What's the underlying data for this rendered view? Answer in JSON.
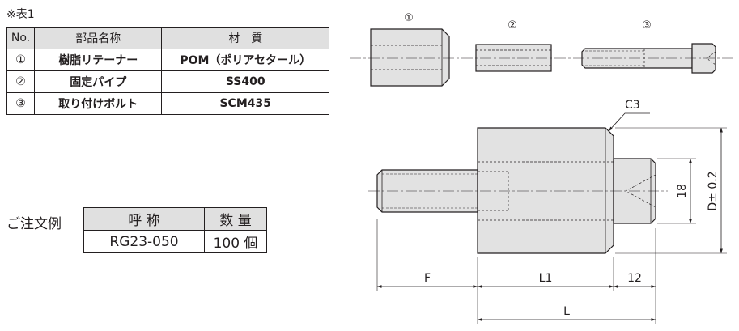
{
  "note_title": "※表1",
  "parts_table": {
    "headers": [
      "No.",
      "部品名称",
      "材　質"
    ],
    "rows": [
      {
        "no": "①",
        "name": "樹脂リテーナー",
        "material": "POM（ポリアセタール）"
      },
      {
        "no": "②",
        "name": "固定パイプ",
        "material": "SS400"
      },
      {
        "no": "③",
        "name": "取り付けボルト",
        "material": "SCM435"
      }
    ]
  },
  "order_example": {
    "label": "ご注文例",
    "headers": [
      "呼 称",
      "数 量"
    ],
    "row": {
      "designation": "RG23‑050",
      "quantity": "100 個"
    }
  },
  "drawing": {
    "part_labels": [
      "①",
      "②",
      "③"
    ],
    "chamfer": "C3",
    "dimensions": {
      "F": "F",
      "L1": "L1",
      "twelve": "12",
      "L": "L",
      "eighteen": "18",
      "D": "D± 0.2"
    }
  }
}
